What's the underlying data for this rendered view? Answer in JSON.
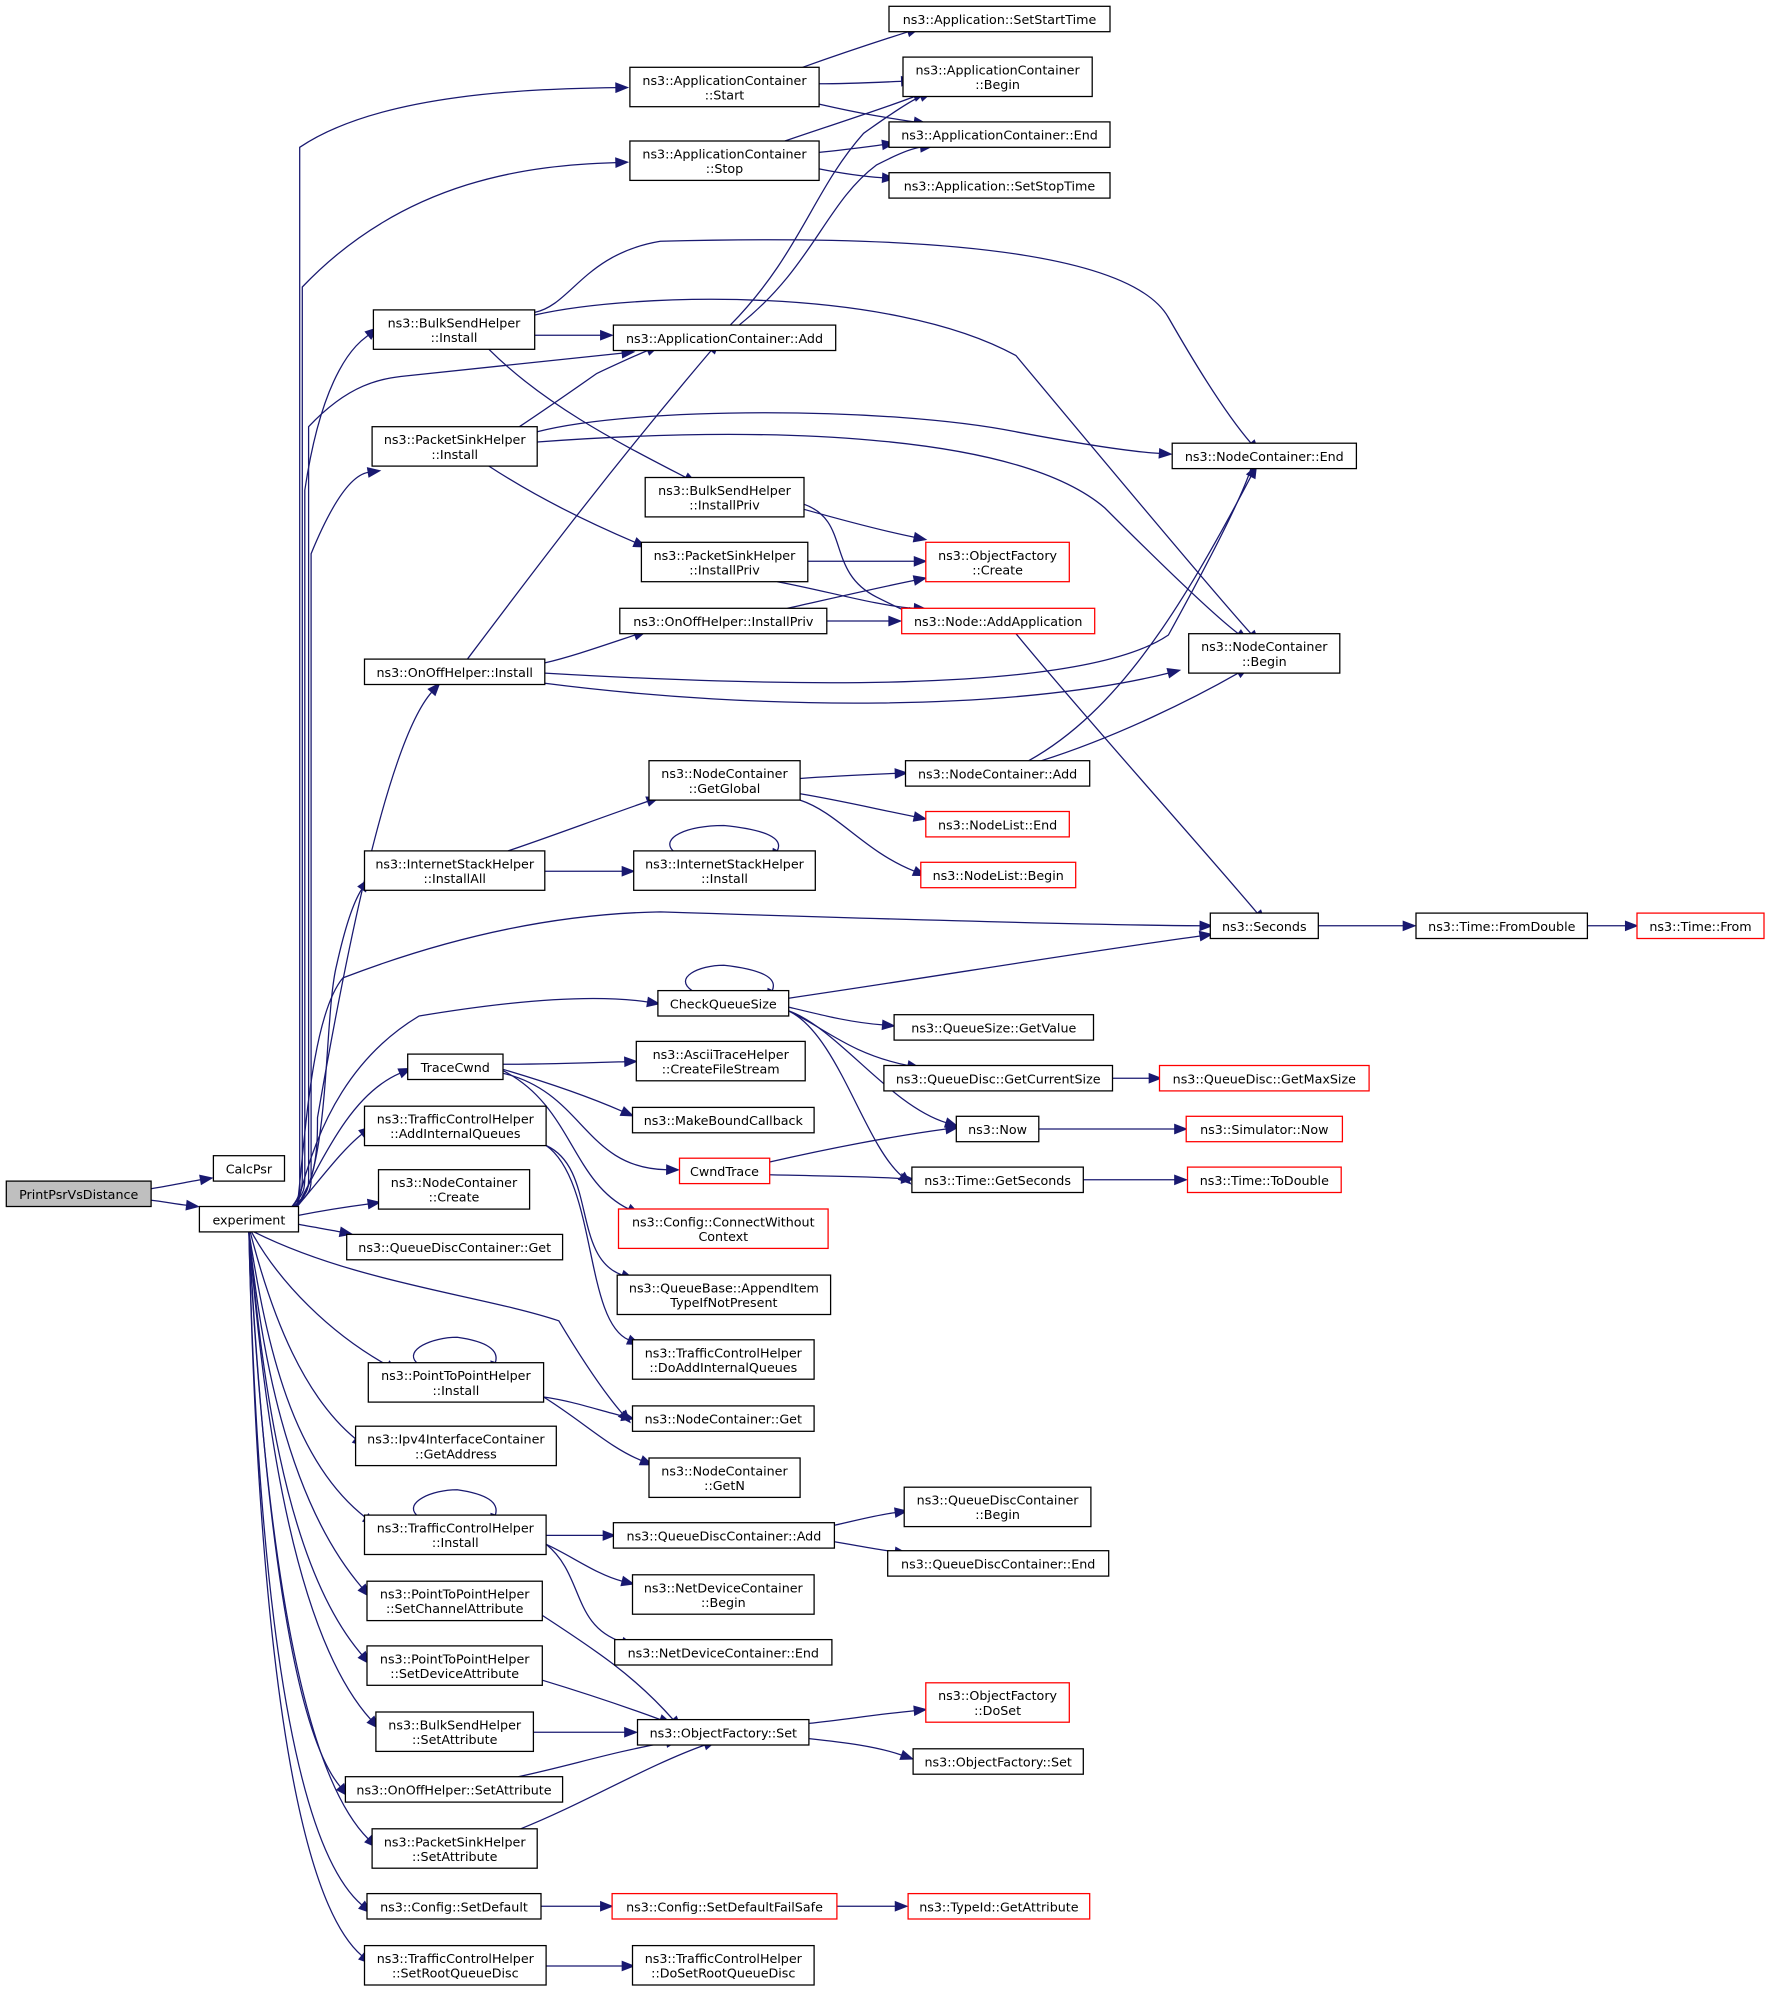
{
  "diagram": {
    "type": "call-graph",
    "colors": {
      "edge": "#191970",
      "node_border": "#000000",
      "node_border_truncated": "#ff0000",
      "root_fill": "#bfbfbf",
      "background": "#ffffff"
    },
    "nodes": [
      {
        "id": "PrintPsrVsDistance",
        "lines": [
          "PrintPsrVsDistance"
        ],
        "root": true
      },
      {
        "id": "CalcPsr",
        "lines": [
          "CalcPsr"
        ]
      },
      {
        "id": "experiment",
        "lines": [
          "experiment"
        ]
      },
      {
        "id": "AppSetStartTime",
        "lines": [
          "ns3::Application::SetStartTime"
        ]
      },
      {
        "id": "AppContStart",
        "lines": [
          "ns3::ApplicationContainer",
          "::Start"
        ]
      },
      {
        "id": "AppContBegin",
        "lines": [
          "ns3::ApplicationContainer",
          "::Begin"
        ]
      },
      {
        "id": "AppContEnd",
        "lines": [
          "ns3::ApplicationContainer::End"
        ]
      },
      {
        "id": "AppContStop",
        "lines": [
          "ns3::ApplicationContainer",
          "::Stop"
        ]
      },
      {
        "id": "AppSetStopTime",
        "lines": [
          "ns3::Application::SetStopTime"
        ]
      },
      {
        "id": "BulkInstall",
        "lines": [
          "ns3::BulkSendHelper",
          "::Install"
        ]
      },
      {
        "id": "AppContAdd",
        "lines": [
          "ns3::ApplicationContainer::Add"
        ]
      },
      {
        "id": "SinkInstall",
        "lines": [
          "ns3::PacketSinkHelper",
          "::Install"
        ]
      },
      {
        "id": "NodeContEnd",
        "lines": [
          "ns3::NodeContainer::End"
        ]
      },
      {
        "id": "BulkInstallPriv",
        "lines": [
          "ns3::BulkSendHelper",
          "::InstallPriv"
        ]
      },
      {
        "id": "SinkInstallPriv",
        "lines": [
          "ns3::PacketSinkHelper",
          "::InstallPriv"
        ]
      },
      {
        "id": "ObjFactCreate",
        "lines": [
          "ns3::ObjectFactory",
          "::Create"
        ],
        "truncated": true
      },
      {
        "id": "OnOffInstallPriv",
        "lines": [
          "ns3::OnOffHelper::InstallPriv"
        ]
      },
      {
        "id": "NodeAddApp",
        "lines": [
          "ns3::Node::AddApplication"
        ],
        "truncated": true
      },
      {
        "id": "OnOffInstall",
        "lines": [
          "ns3::OnOffHelper::Install"
        ]
      },
      {
        "id": "NodeContBegin",
        "lines": [
          "ns3::NodeContainer",
          "::Begin"
        ]
      },
      {
        "id": "NodeContGetGlobal",
        "lines": [
          "ns3::NodeContainer",
          "::GetGlobal"
        ]
      },
      {
        "id": "NodeContAdd",
        "lines": [
          "ns3::NodeContainer::Add"
        ]
      },
      {
        "id": "NodeListEnd",
        "lines": [
          "ns3::NodeList::End"
        ],
        "truncated": true
      },
      {
        "id": "NodeListBegin",
        "lines": [
          "ns3::NodeList::Begin"
        ],
        "truncated": true
      },
      {
        "id": "ISHInstallAll",
        "lines": [
          "ns3::InternetStackHelper",
          "::InstallAll"
        ]
      },
      {
        "id": "ISHInstall",
        "lines": [
          "ns3::InternetStackHelper",
          "::Install"
        ]
      },
      {
        "id": "Seconds",
        "lines": [
          "ns3::Seconds"
        ]
      },
      {
        "id": "TimeFromDouble",
        "lines": [
          "ns3::Time::FromDouble"
        ]
      },
      {
        "id": "TimeFrom",
        "lines": [
          "ns3::Time::From"
        ],
        "truncated": true
      },
      {
        "id": "CheckQueueSize",
        "lines": [
          "CheckQueueSize"
        ]
      },
      {
        "id": "QSGetValue",
        "lines": [
          "ns3::QueueSize::GetValue"
        ]
      },
      {
        "id": "QDGetCurrentSize",
        "lines": [
          "ns3::QueueDisc::GetCurrentSize"
        ]
      },
      {
        "id": "QDGetMaxSize",
        "lines": [
          "ns3::QueueDisc::GetMaxSize"
        ],
        "truncated": true
      },
      {
        "id": "TraceCwnd",
        "lines": [
          "TraceCwnd"
        ]
      },
      {
        "id": "AsciiCreateFileStream",
        "lines": [
          "ns3::AsciiTraceHelper",
          "::CreateFileStream"
        ]
      },
      {
        "id": "MakeBoundCallback",
        "lines": [
          "ns3::MakeBoundCallback"
        ]
      },
      {
        "id": "Now",
        "lines": [
          "ns3::Now"
        ]
      },
      {
        "id": "SimNow",
        "lines": [
          "ns3::Simulator::Now"
        ],
        "truncated": true
      },
      {
        "id": "TCHAddInternalQueues",
        "lines": [
          "ns3::TrafficControlHelper",
          "::AddInternalQueues"
        ]
      },
      {
        "id": "CwndTrace",
        "lines": [
          "CwndTrace"
        ],
        "truncated": true
      },
      {
        "id": "TimeGetSeconds",
        "lines": [
          "ns3::Time::GetSeconds"
        ]
      },
      {
        "id": "TimeToDouble",
        "lines": [
          "ns3::Time::ToDouble"
        ],
        "truncated": true
      },
      {
        "id": "NodeContCreate",
        "lines": [
          "ns3::NodeContainer",
          "::Create"
        ]
      },
      {
        "id": "ConfigConnect",
        "lines": [
          "ns3::Config::ConnectWithout",
          "Context"
        ],
        "truncated": true
      },
      {
        "id": "QDCGet",
        "lines": [
          "ns3::QueueDiscContainer::Get"
        ]
      },
      {
        "id": "QBAppendItem",
        "lines": [
          "ns3::QueueBase::AppendItem",
          "TypeIfNotPresent"
        ]
      },
      {
        "id": "TCHDoAddInternalQueues",
        "lines": [
          "ns3::TrafficControlHelper",
          "::DoAddInternalQueues"
        ]
      },
      {
        "id": "P2PInstall",
        "lines": [
          "ns3::PointToPointHelper",
          "::Install"
        ]
      },
      {
        "id": "NodeContGet",
        "lines": [
          "ns3::NodeContainer::Get"
        ]
      },
      {
        "id": "Ipv4GetAddress",
        "lines": [
          "ns3::Ipv4InterfaceContainer",
          "::GetAddress"
        ]
      },
      {
        "id": "NodeContGetN",
        "lines": [
          "ns3::NodeContainer",
          "::GetN"
        ]
      },
      {
        "id": "QDCBegin",
        "lines": [
          "ns3::QueueDiscContainer",
          "::Begin"
        ]
      },
      {
        "id": "TCHInstall",
        "lines": [
          "ns3::TrafficControlHelper",
          "::Install"
        ]
      },
      {
        "id": "QDCAdd",
        "lines": [
          "ns3::QueueDiscContainer::Add"
        ]
      },
      {
        "id": "QDCEnd",
        "lines": [
          "ns3::QueueDiscContainer::End"
        ]
      },
      {
        "id": "NDCBegin",
        "lines": [
          "ns3::NetDeviceContainer",
          "::Begin"
        ]
      },
      {
        "id": "P2PSetChannelAttr",
        "lines": [
          "ns3::PointToPointHelper",
          "::SetChannelAttribute"
        ]
      },
      {
        "id": "NDCEnd",
        "lines": [
          "ns3::NetDeviceContainer::End"
        ]
      },
      {
        "id": "P2PSetDeviceAttr",
        "lines": [
          "ns3::PointToPointHelper",
          "::SetDeviceAttribute"
        ]
      },
      {
        "id": "ObjFactDoSet",
        "lines": [
          "ns3::ObjectFactory",
          "::DoSet"
        ],
        "truncated": true
      },
      {
        "id": "BulkSetAttr",
        "lines": [
          "ns3::BulkSendHelper",
          "::SetAttribute"
        ]
      },
      {
        "id": "ObjFactSet",
        "lines": [
          "ns3::ObjectFactory::Set"
        ]
      },
      {
        "id": "ObjFactSet2",
        "lines": [
          "ns3::ObjectFactory::Set"
        ]
      },
      {
        "id": "OnOffSetAttr",
        "lines": [
          "ns3::OnOffHelper::SetAttribute"
        ]
      },
      {
        "id": "SinkSetAttr",
        "lines": [
          "ns3::PacketSinkHelper",
          "::SetAttribute"
        ]
      },
      {
        "id": "ConfigSetDefault",
        "lines": [
          "ns3::Config::SetDefault"
        ]
      },
      {
        "id": "ConfigSetDefaultFailSafe",
        "lines": [
          "ns3::Config::SetDefaultFailSafe"
        ],
        "truncated": true
      },
      {
        "id": "TypeIdGetAttr",
        "lines": [
          "ns3::TypeId::GetAttribute"
        ],
        "truncated": true
      },
      {
        "id": "TCHSetRootQueueDisc",
        "lines": [
          "ns3::TrafficControlHelper",
          "::SetRootQueueDisc"
        ]
      },
      {
        "id": "TCHDoSetRootQueueDisc",
        "lines": [
          "ns3::TrafficControlHelper",
          "::DoSetRootQueueDisc"
        ]
      }
    ],
    "edges": [
      [
        "PrintPsrVsDistance",
        "CalcPsr"
      ],
      [
        "PrintPsrVsDistance",
        "experiment"
      ],
      [
        "experiment",
        "AppContStart"
      ],
      [
        "experiment",
        "AppContStop"
      ],
      [
        "experiment",
        "BulkInstall"
      ],
      [
        "experiment",
        "AppContAdd"
      ],
      [
        "experiment",
        "SinkInstall"
      ],
      [
        "experiment",
        "OnOffInstall"
      ],
      [
        "experiment",
        "ISHInstallAll"
      ],
      [
        "experiment",
        "Seconds"
      ],
      [
        "experiment",
        "CheckQueueSize"
      ],
      [
        "experiment",
        "TraceCwnd"
      ],
      [
        "experiment",
        "TCHAddInternalQueues"
      ],
      [
        "experiment",
        "NodeContCreate"
      ],
      [
        "experiment",
        "QDCGet"
      ],
      [
        "experiment",
        "NodeContGet"
      ],
      [
        "experiment",
        "P2PInstall"
      ],
      [
        "experiment",
        "Ipv4GetAddress"
      ],
      [
        "experiment",
        "TCHInstall"
      ],
      [
        "experiment",
        "P2PSetChannelAttr"
      ],
      [
        "experiment",
        "P2PSetDeviceAttr"
      ],
      [
        "experiment",
        "BulkSetAttr"
      ],
      [
        "experiment",
        "OnOffSetAttr"
      ],
      [
        "experiment",
        "SinkSetAttr"
      ],
      [
        "experiment",
        "ConfigSetDefault"
      ],
      [
        "experiment",
        "TCHSetRootQueueDisc"
      ],
      [
        "AppContStart",
        "AppSetStartTime"
      ],
      [
        "AppContStart",
        "AppContBegin"
      ],
      [
        "AppContStart",
        "AppContEnd"
      ],
      [
        "AppContStop",
        "AppContBegin"
      ],
      [
        "AppContStop",
        "AppContEnd"
      ],
      [
        "AppContStop",
        "AppSetStopTime"
      ],
      [
        "BulkInstall",
        "AppContAdd"
      ],
      [
        "BulkInstall",
        "NodeContEnd"
      ],
      [
        "BulkInstall",
        "NodeContBegin"
      ],
      [
        "BulkInstall",
        "BulkInstallPriv"
      ],
      [
        "AppContAdd",
        "AppContBegin"
      ],
      [
        "AppContAdd",
        "AppContEnd"
      ],
      [
        "SinkInstall",
        "AppContAdd"
      ],
      [
        "SinkInstall",
        "NodeContEnd"
      ],
      [
        "SinkInstall",
        "NodeContBegin"
      ],
      [
        "SinkInstall",
        "SinkInstallPriv"
      ],
      [
        "BulkInstallPriv",
        "ObjFactCreate"
      ],
      [
        "BulkInstallPriv",
        "NodeAddApp"
      ],
      [
        "SinkInstallPriv",
        "ObjFactCreate"
      ],
      [
        "SinkInstallPriv",
        "NodeAddApp"
      ],
      [
        "OnOffInstall",
        "AppContAdd"
      ],
      [
        "OnOffInstall",
        "OnOffInstallPriv"
      ],
      [
        "OnOffInstall",
        "NodeContEnd"
      ],
      [
        "OnOffInstall",
        "NodeContBegin"
      ],
      [
        "OnOffInstallPriv",
        "ObjFactCreate"
      ],
      [
        "OnOffInstallPriv",
        "NodeAddApp"
      ],
      [
        "NodeAddApp",
        "Seconds"
      ],
      [
        "ISHInstallAll",
        "NodeContGetGlobal"
      ],
      [
        "ISHInstallAll",
        "ISHInstall"
      ],
      [
        "ISHInstall",
        "ISHInstall"
      ],
      [
        "NodeContGetGlobal",
        "NodeContAdd"
      ],
      [
        "NodeContGetGlobal",
        "NodeListEnd"
      ],
      [
        "NodeContGetGlobal",
        "NodeListBegin"
      ],
      [
        "NodeContAdd",
        "NodeContEnd"
      ],
      [
        "NodeContAdd",
        "NodeContBegin"
      ],
      [
        "Seconds",
        "TimeFromDouble"
      ],
      [
        "TimeFromDouble",
        "TimeFrom"
      ],
      [
        "CheckQueueSize",
        "CheckQueueSize"
      ],
      [
        "CheckQueueSize",
        "Seconds"
      ],
      [
        "CheckQueueSize",
        "QSGetValue"
      ],
      [
        "CheckQueueSize",
        "QDGetCurrentSize"
      ],
      [
        "CheckQueueSize",
        "Now"
      ],
      [
        "CheckQueueSize",
        "TimeGetSeconds"
      ],
      [
        "QDGetCurrentSize",
        "QDGetMaxSize"
      ],
      [
        "TraceCwnd",
        "AsciiCreateFileStream"
      ],
      [
        "TraceCwnd",
        "MakeBoundCallback"
      ],
      [
        "TraceCwnd",
        "CwndTrace"
      ],
      [
        "TraceCwnd",
        "ConfigConnect"
      ],
      [
        "CwndTrace",
        "Now"
      ],
      [
        "CwndTrace",
        "TimeGetSeconds"
      ],
      [
        "Now",
        "SimNow"
      ],
      [
        "TimeGetSeconds",
        "TimeToDouble"
      ],
      [
        "TCHAddInternalQueues",
        "QBAppendItem"
      ],
      [
        "TCHAddInternalQueues",
        "TCHDoAddInternalQueues"
      ],
      [
        "P2PInstall",
        "P2PInstall"
      ],
      [
        "P2PInstall",
        "NodeContGet"
      ],
      [
        "P2PInstall",
        "NodeContGetN"
      ],
      [
        "TCHInstall",
        "TCHInstall"
      ],
      [
        "TCHInstall",
        "QDCAdd"
      ],
      [
        "TCHInstall",
        "NDCBegin"
      ],
      [
        "TCHInstall",
        "NDCEnd"
      ],
      [
        "QDCAdd",
        "QDCBegin"
      ],
      [
        "QDCAdd",
        "QDCEnd"
      ],
      [
        "P2PSetChannelAttr",
        "ObjFactSet"
      ],
      [
        "P2PSetDeviceAttr",
        "ObjFactSet"
      ],
      [
        "BulkSetAttr",
        "ObjFactSet"
      ],
      [
        "OnOffSetAttr",
        "ObjFactSet"
      ],
      [
        "SinkSetAttr",
        "ObjFactSet"
      ],
      [
        "ObjFactSet",
        "ObjFactDoSet"
      ],
      [
        "ObjFactSet",
        "ObjFactSet2"
      ],
      [
        "ConfigSetDefault",
        "ConfigSetDefaultFailSafe"
      ],
      [
        "ConfigSetDefaultFailSafe",
        "TypeIdGetAttr"
      ],
      [
        "TCHSetRootQueueDisc",
        "TCHDoSetRootQueueDisc"
      ]
    ]
  }
}
